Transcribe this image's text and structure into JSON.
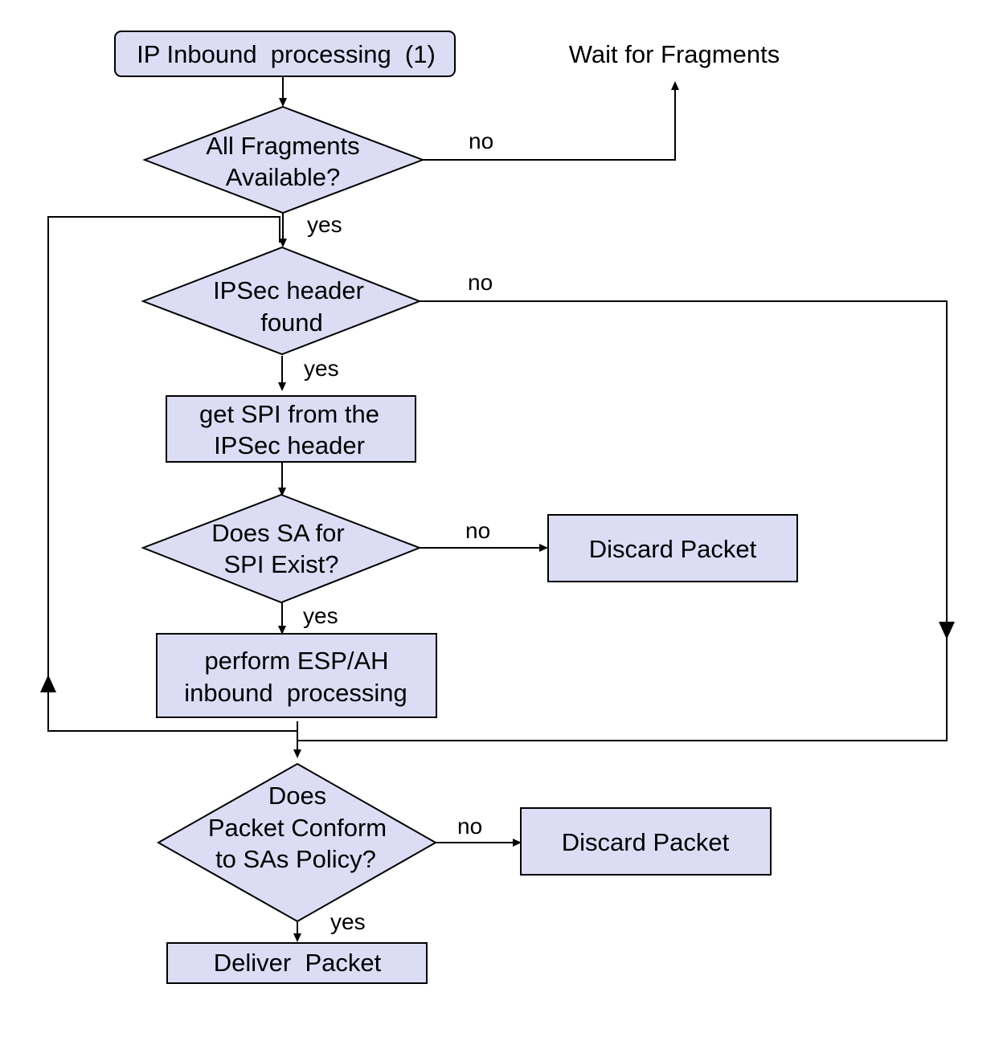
{
  "nodes": {
    "start": {
      "lines": [
        "IP Inbound  processing  (1)"
      ]
    },
    "fragments_decision": {
      "lines": [
        "All Fragments",
        "Available?"
      ]
    },
    "wait": {
      "lines": [
        "Wait for Fragments"
      ]
    },
    "ipsec_decision": {
      "lines": [
        "IPSec header",
        "found"
      ]
    },
    "get_spi": {
      "lines": [
        "get SPI from the",
        "IPSec header"
      ]
    },
    "sa_decision": {
      "lines": [
        "Does SA for",
        "SPI Exist?"
      ]
    },
    "discard1": {
      "lines": [
        "Discard Packet"
      ]
    },
    "esp_ah": {
      "lines": [
        "perform ESP/AH",
        "inbound  processing"
      ]
    },
    "policy_decision": {
      "lines": [
        "Does",
        "Packet Conform",
        "to SAs Policy?"
      ]
    },
    "discard2": {
      "lines": [
        "Discard Packet"
      ]
    },
    "deliver": {
      "lines": [
        "Deliver  Packet"
      ]
    }
  },
  "edge_labels": {
    "fragments_no": "no",
    "fragments_yes": "yes",
    "ipsec_no": "no",
    "ipsec_yes": "yes",
    "sa_no": "no",
    "sa_yes": "yes",
    "policy_no": "no",
    "policy_yes": "yes"
  },
  "colors": {
    "shape_fill": "#dcdcf5",
    "stroke": "#000000"
  }
}
